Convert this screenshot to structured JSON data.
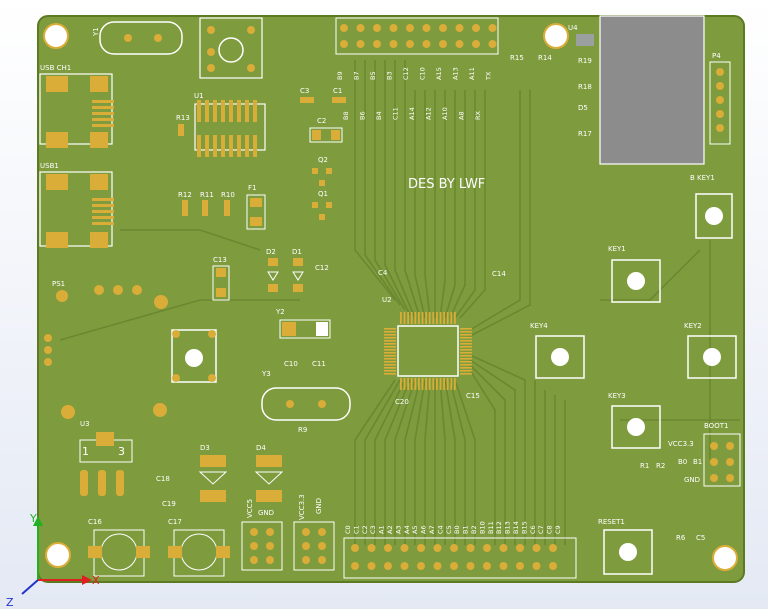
{
  "board": {
    "title_silk": "DES BY LWF",
    "colors": {
      "board": "#7e9b3e",
      "silk": "#ffffff",
      "pad": "#d9ad38",
      "trace": "#6f8b31",
      "module": "#8c8c8c"
    }
  },
  "labels": {
    "usb_ch1": "USB CH1",
    "usb1": "USB1",
    "ps1": "PS1",
    "u1": "U1",
    "u2": "U2",
    "u3": "U3",
    "u4": "U4",
    "y1": "Y1",
    "y2": "Y2",
    "y3": "Y3",
    "f1": "F1",
    "q1": "Q1",
    "q2": "Q2",
    "d1": "D1",
    "d2": "D2",
    "d3": "D3",
    "d4": "D4",
    "d5": "D5",
    "c1": "C1",
    "c2": "C2",
    "c3": "C3",
    "c4": "C4",
    "c5": "C5",
    "c10": "C10",
    "c11": "C11",
    "c12": "C12",
    "c13": "C13",
    "c14": "C14",
    "c15": "C15",
    "c16": "C16",
    "c17": "C17",
    "c18": "C18",
    "c19": "C19",
    "c20": "C20",
    "r1": "R1",
    "r2": "R2",
    "r6": "R6",
    "r9": "R9",
    "r10": "R10",
    "r11": "R11",
    "r12": "R12",
    "r13": "R13",
    "r14": "R14",
    "r15": "R15",
    "r17": "R17",
    "r18": "R18",
    "r19": "R19",
    "p4": "P4",
    "key1": "KEY1",
    "key2": "KEY2",
    "key3": "KEY3",
    "key4": "KEY4",
    "b_key1": "B KEY1",
    "boot1": "BOOT1",
    "reset1": "RESET1",
    "vcc33": "VCC3.3",
    "b0": "B0",
    "b1": "B1",
    "gnd": "GND",
    "vcc5": "VCC5",
    "u3_pin1": "1",
    "u3_pin3": "3"
  },
  "top_header_labels": [
    "B9",
    "B7",
    "B5",
    "B3",
    "C12",
    "C10",
    "A15",
    "A13",
    "A11",
    "TX"
  ],
  "top_header_labels_lower": [
    "B8",
    "B6",
    "B4",
    "C11",
    "A14",
    "A12",
    "A10",
    "A8",
    "RX"
  ],
  "bottom_header_labels": [
    "C0",
    "C1",
    "C2",
    "C3",
    "A1",
    "A2",
    "A3",
    "A4",
    "A5",
    "A6",
    "A7",
    "C4",
    "C5",
    "B0",
    "B1",
    "B2",
    "B10",
    "B11",
    "B12",
    "B13",
    "B14",
    "B15",
    "C6",
    "C7",
    "C8",
    "C9"
  ],
  "axes": {
    "x": "X",
    "y": "Y",
    "z": "Z"
  }
}
